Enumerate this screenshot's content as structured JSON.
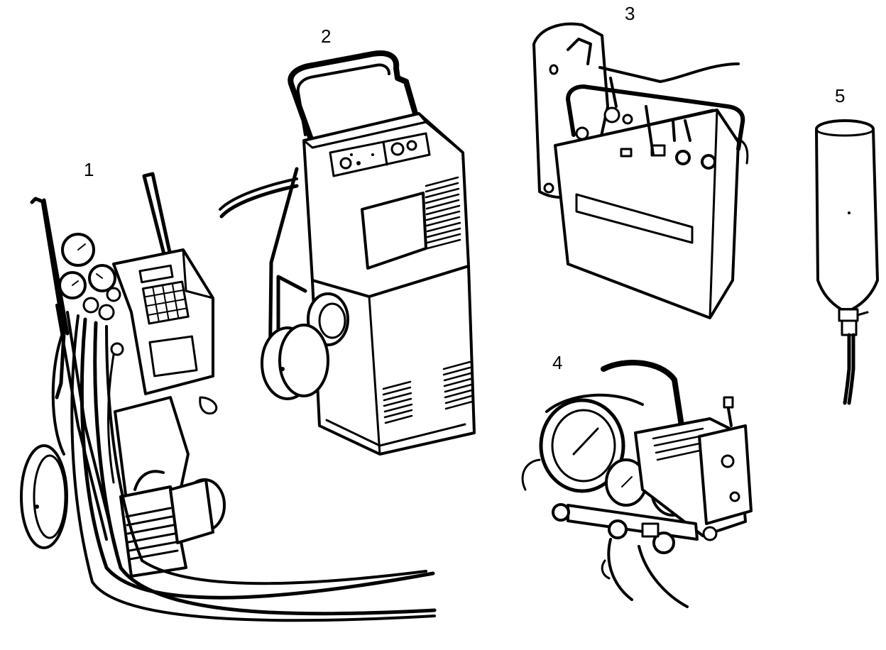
{
  "labels": {
    "item1": "1",
    "item2": "2",
    "item3": "3",
    "item4": "4",
    "item5": "5"
  },
  "colors": {
    "ink": "#000000",
    "paper": "#ffffff"
  }
}
